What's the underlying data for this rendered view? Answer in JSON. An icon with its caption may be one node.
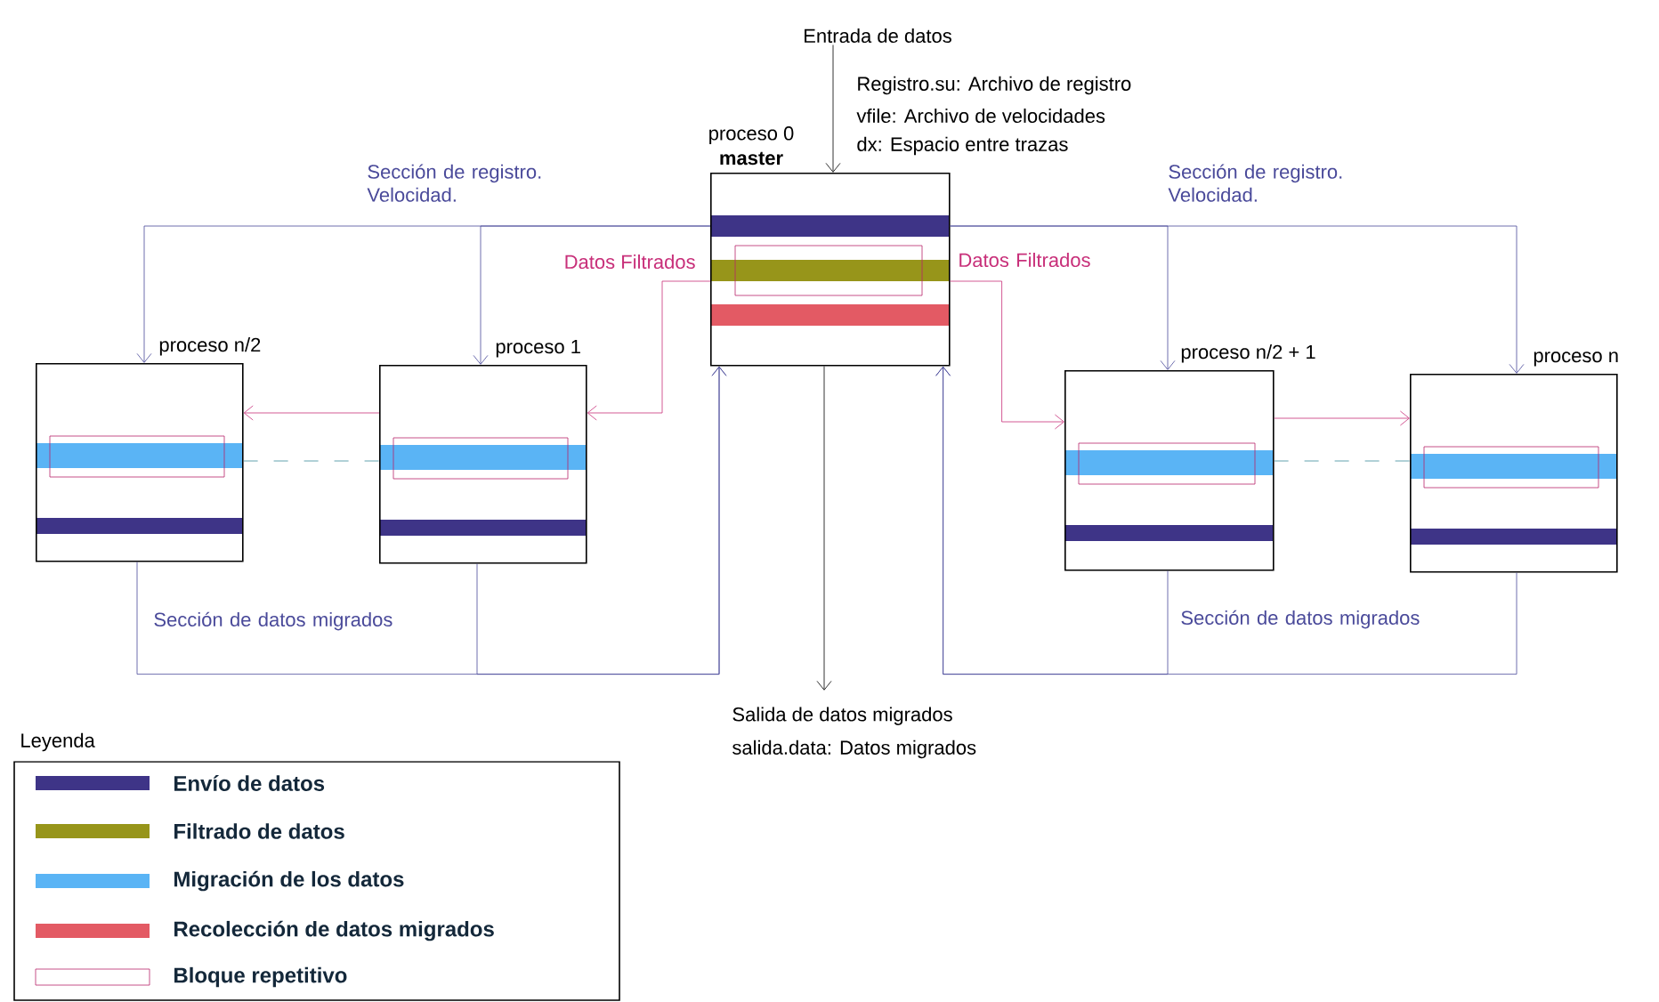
{
  "diagram": {
    "nodes": [
      {
        "text": [
          "proceso 0",
          "master"
        ]
      },
      {
        "text": [
          "proceso n/2"
        ]
      },
      {
        "text": [
          "proceso 1"
        ]
      },
      {
        "text": [
          "proceso n/2 + 1"
        ]
      },
      {
        "text": [
          "proceso n"
        ]
      },
      {
        "text": [
          "Entrada de datos"
        ],
        "beside": [
          "Registro.su: Archivo de registro",
          "vfile: Archivo de velocidades",
          "dx: Espacio entre trazas"
        ]
      },
      {
        "text": [
          "Salida de datos migrados"
        ],
        "beside": [
          "salida.data: Datos migrados"
        ]
      }
    ],
    "edges": [
      {
        "from": 5,
        "to": 0,
        "arrow": "to",
        "color": "#000000"
      },
      {
        "from": 0,
        "to": 6,
        "arrow": "to",
        "color": "#000000"
      },
      {
        "from": 0,
        "to": 2,
        "arrow": "to",
        "label": "Sección de registro. Velocidad."
      },
      {
        "from": 0,
        "to": 1,
        "arrow": "to"
      },
      {
        "from": 0,
        "to": 3,
        "arrow": "to",
        "label": "Sección de registro. Velocidad."
      },
      {
        "from": 0,
        "to": 4,
        "arrow": "to"
      },
      {
        "from": 0,
        "to": 2,
        "arrow": "to",
        "label": "Datos Filtrados",
        "color": "#c8307a"
      },
      {
        "from": 2,
        "to": 1,
        "arrow": "to",
        "color": "#c8307a"
      },
      {
        "from": 0,
        "to": 3,
        "arrow": "to",
        "label": "Datos Filtrados",
        "color": "#c8307a"
      },
      {
        "from": 3,
        "to": 4,
        "arrow": "to",
        "color": "#c8307a"
      },
      {
        "from": 1,
        "to": 2,
        "arrow": "none",
        "style": "dashed",
        "color": "#3a8a9a"
      },
      {
        "from": 3,
        "to": 4,
        "arrow": "none",
        "style": "dashed",
        "color": "#3a8a9a"
      },
      {
        "from": 1,
        "to": 0,
        "arrow": "to",
        "label": "Sección de datos migrados"
      },
      {
        "from": 2,
        "to": 0,
        "arrow": "to"
      },
      {
        "from": 3,
        "to": 0,
        "arrow": "to",
        "label": "Sección de datos migrados"
      },
      {
        "from": 4,
        "to": 0,
        "arrow": "to"
      }
    ],
    "labels": [
      "Leyenda"
    ],
    "legend": [
      {
        "text": "Envío de datos",
        "color": "#3e3487"
      },
      {
        "text": "Filtrado de datos",
        "color": "#97951a"
      },
      {
        "text": "Migración de los datos",
        "color": "#5ab4f5"
      },
      {
        "text": "Recolección de datos migrados",
        "color": "#e35a64"
      },
      {
        "text": "Bloque repetitivo"
      }
    ]
  }
}
